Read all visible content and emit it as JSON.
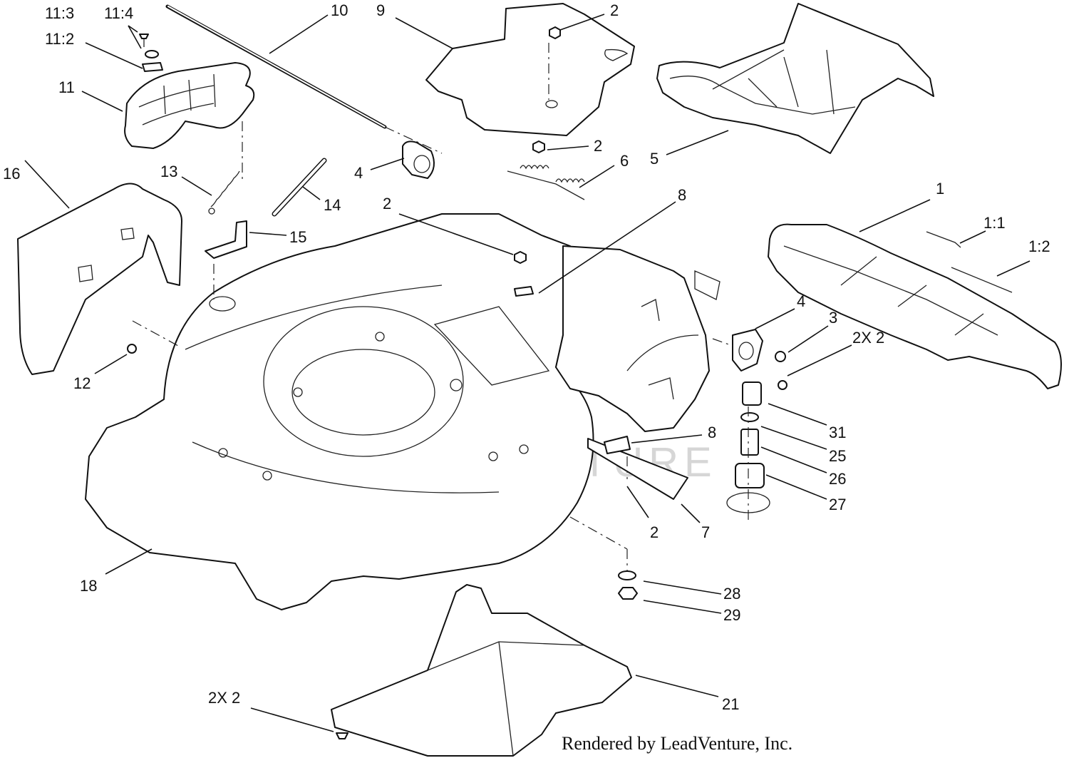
{
  "callouts": [
    {
      "id": "c-11-3",
      "label": "11:3"
    },
    {
      "id": "c-11-4",
      "label": "11:4"
    },
    {
      "id": "c-11-2",
      "label": "11:2"
    },
    {
      "id": "c-11",
      "label": "11"
    },
    {
      "id": "c-10",
      "label": "10"
    },
    {
      "id": "c-9",
      "label": "9"
    },
    {
      "id": "c-2-top",
      "label": "2"
    },
    {
      "id": "c-2-spring",
      "label": "2"
    },
    {
      "id": "c-6",
      "label": "6"
    },
    {
      "id": "c-5",
      "label": "5"
    },
    {
      "id": "c-4-left",
      "label": "4"
    },
    {
      "id": "c-16",
      "label": "16"
    },
    {
      "id": "c-13",
      "label": "13"
    },
    {
      "id": "c-14",
      "label": "14"
    },
    {
      "id": "c-15",
      "label": "15"
    },
    {
      "id": "c-2-deck",
      "label": "2"
    },
    {
      "id": "c-8-top",
      "label": "8"
    },
    {
      "id": "c-1",
      "label": "1"
    },
    {
      "id": "c-1-1",
      "label": "1:1"
    },
    {
      "id": "c-1-2",
      "label": "1:2"
    },
    {
      "id": "c-4-right",
      "label": "4"
    },
    {
      "id": "c-3",
      "label": "3"
    },
    {
      "id": "c-2x2-right",
      "label": "2X 2"
    },
    {
      "id": "c-12",
      "label": "12"
    },
    {
      "id": "c-31",
      "label": "31"
    },
    {
      "id": "c-8-bottom",
      "label": "8"
    },
    {
      "id": "c-25",
      "label": "25"
    },
    {
      "id": "c-26",
      "label": "26"
    },
    {
      "id": "c-27",
      "label": "27"
    },
    {
      "id": "c-2-bottom",
      "label": "2"
    },
    {
      "id": "c-7",
      "label": "7"
    },
    {
      "id": "c-18",
      "label": "18"
    },
    {
      "id": "c-28",
      "label": "28"
    },
    {
      "id": "c-29",
      "label": "29"
    },
    {
      "id": "c-2x2-bottom",
      "label": "2X 2"
    },
    {
      "id": "c-21",
      "label": "21"
    }
  ],
  "watermark": "LEADVENTURE",
  "credit": "Rendered by LeadVenture, Inc."
}
